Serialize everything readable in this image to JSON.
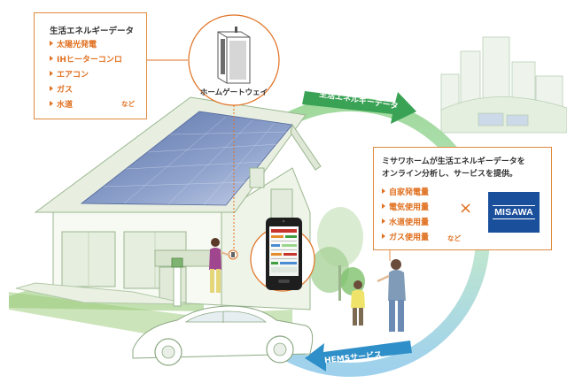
{
  "energy_box": {
    "title": "生活エネルギーデータ",
    "items": [
      "太陽光発電",
      "IHヒーターコンロ",
      "エアコン",
      "ガス",
      "水道"
    ],
    "suffix": "など"
  },
  "gateway": {
    "label": "ホームゲートウェイ",
    "icon": "server-tower-icon"
  },
  "flows": {
    "top_label": "生活エネルギーデータ",
    "bottom_label": "HEMSサービス"
  },
  "service_box": {
    "title_line1": "ミサワホームが生活エネルギーデータを",
    "title_line2": "オンライン分析し、サービスを提供。",
    "items": [
      "自家発電量",
      "電気使用量",
      "水道使用量",
      "ガス使用量"
    ],
    "suffix": "など",
    "times": "×"
  },
  "logo": {
    "text": "MISAWA"
  },
  "colors": {
    "accent_orange": "#e07020",
    "cycle_green": "#3aa255",
    "cycle_blue": "#2f8fc8",
    "logo_blue": "#1a4f9c"
  }
}
